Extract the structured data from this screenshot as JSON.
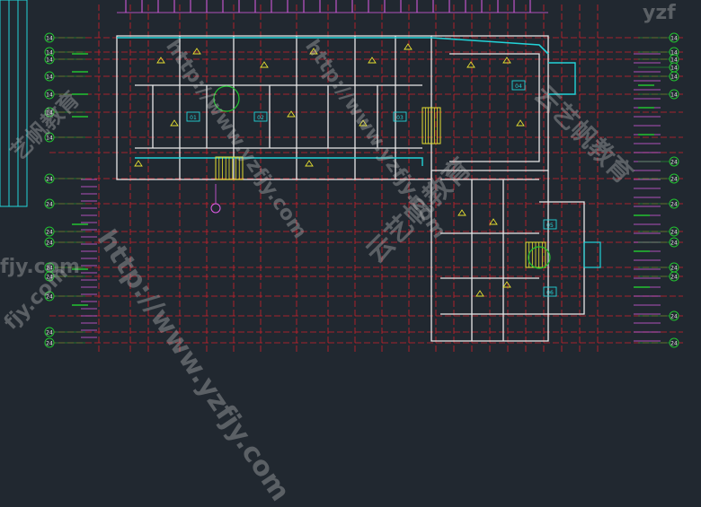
{
  "colors": {
    "background": "#212830",
    "grid_red": "#d0202a",
    "wall_white": "#e8e8e8",
    "cyan": "#22d3d8",
    "magenta": "#e05ce8",
    "green": "#22c230",
    "yellow": "#e8e030"
  },
  "left_axis_labels": [
    "14",
    "14",
    "14",
    "14",
    "14",
    "14",
    "14",
    "24",
    "24",
    "24",
    "24",
    "24",
    "24",
    "24",
    "24",
    "24"
  ],
  "right_axis_labels": [
    "14",
    "14",
    "14",
    "14",
    "14",
    "14",
    "24",
    "24",
    "24",
    "24",
    "24",
    "24",
    "24",
    "24",
    "24"
  ],
  "room_tags": [
    "01",
    "02",
    "03",
    "04",
    "05",
    "06"
  ],
  "watermarks": {
    "url": "http://www.yzfjy.com",
    "brand": "云艺帆教育",
    "fragment_top_right": "yzf",
    "fragment_left": "fjy.com",
    "fragment_left_brand": "艺帆教育"
  }
}
